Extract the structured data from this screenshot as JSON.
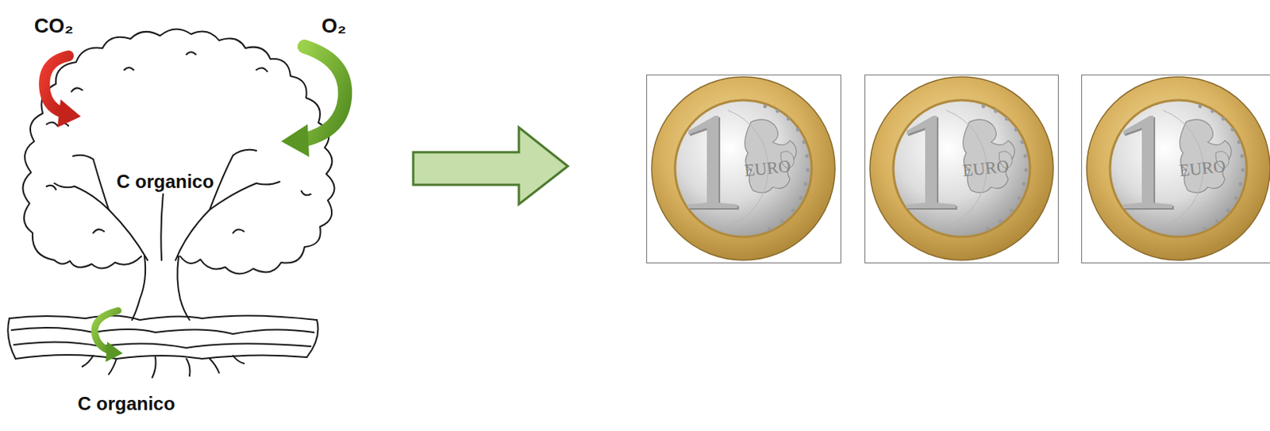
{
  "diagram": {
    "labels": [
      "CO₂",
      "O₂",
      "C organico",
      "C organico",
      "1",
      "EURO",
      "1",
      "EURO",
      "1",
      "EURO"
    ]
  }
}
